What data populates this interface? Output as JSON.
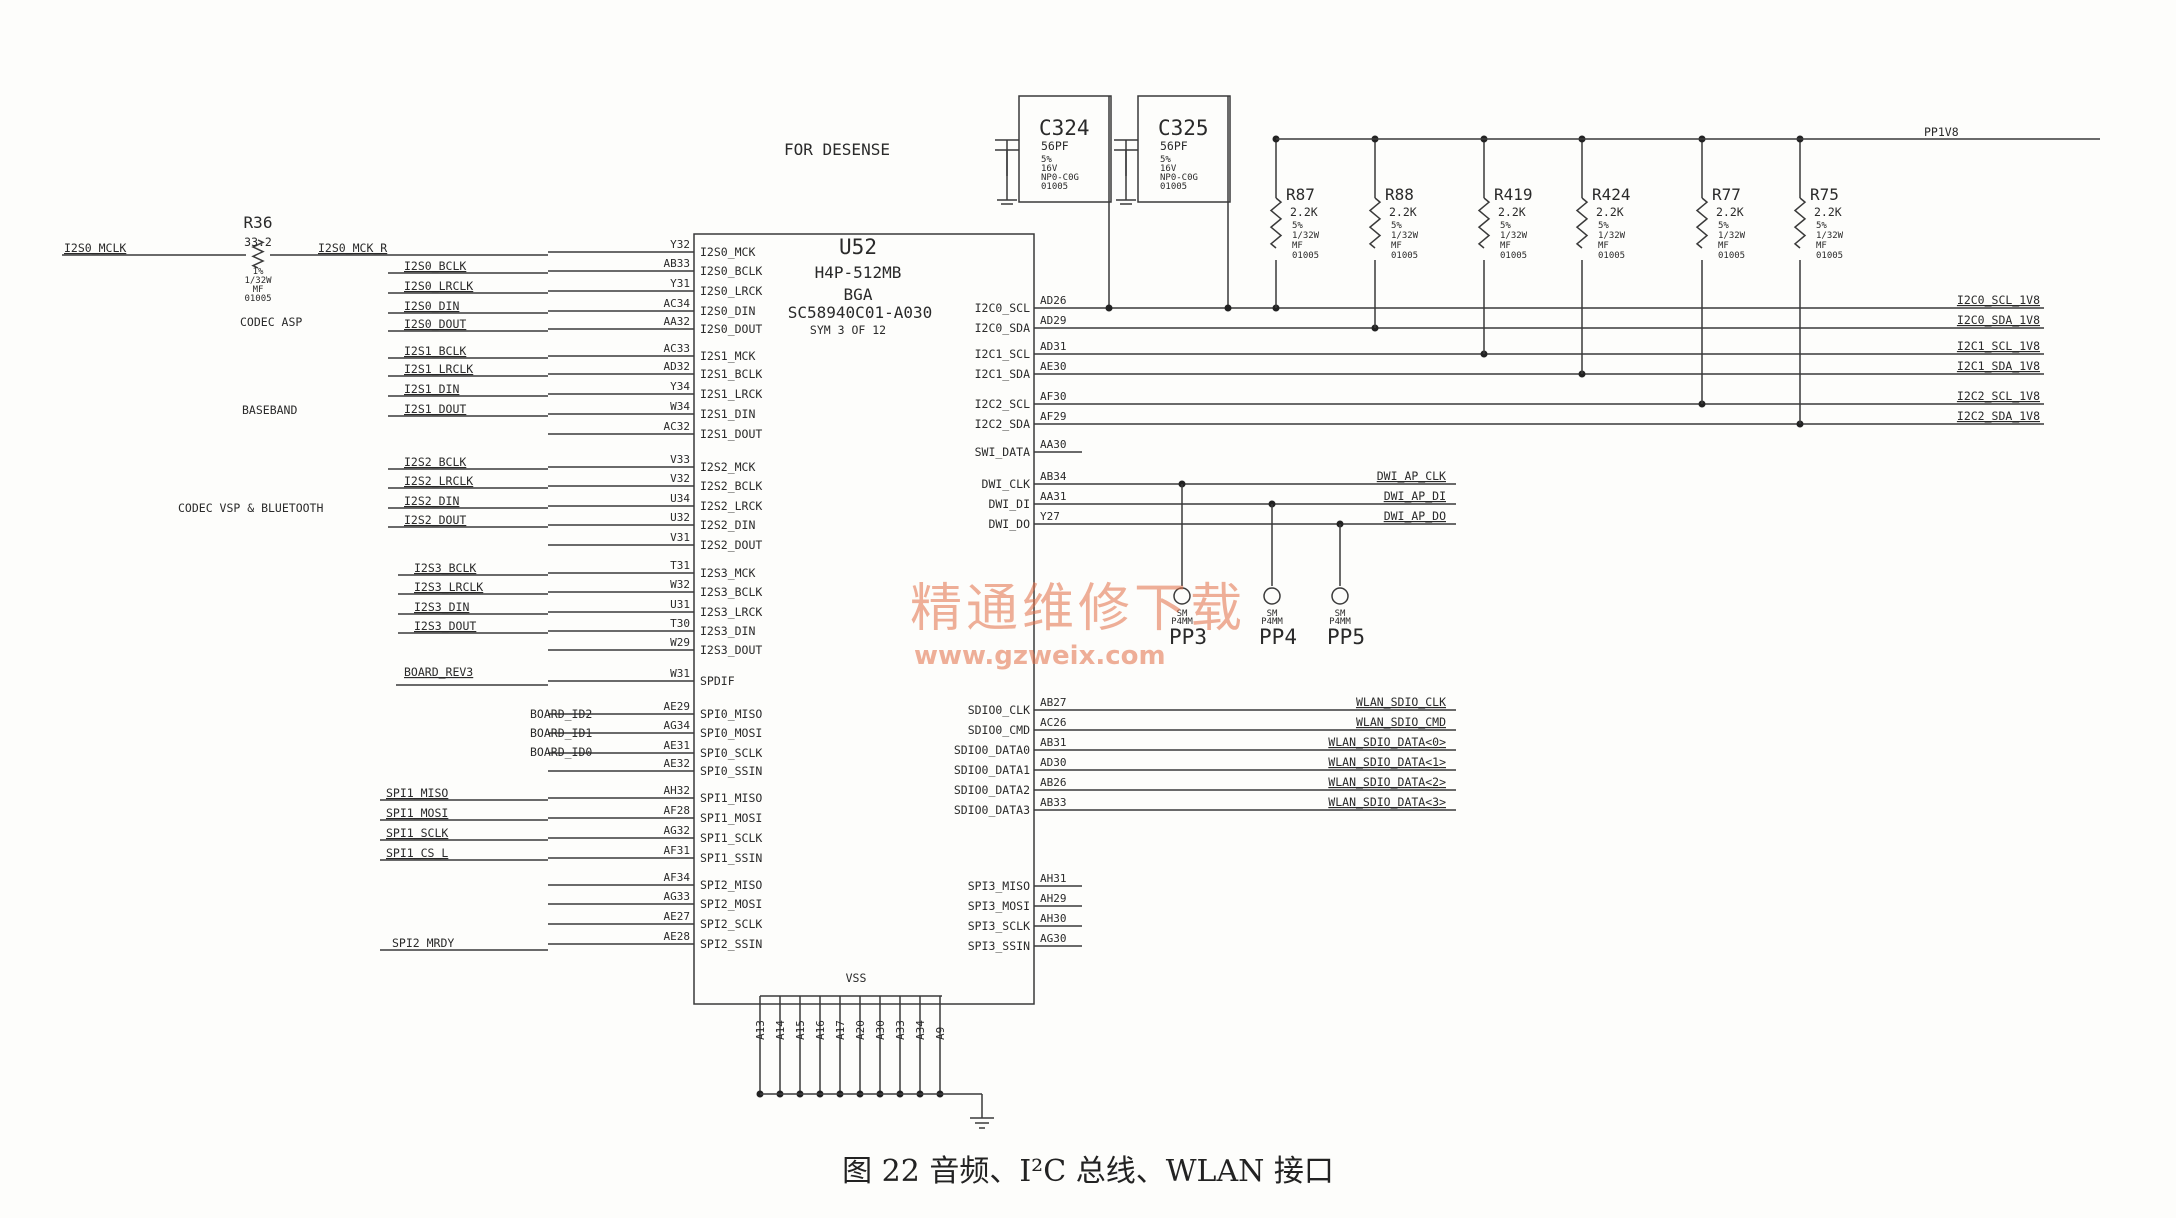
{
  "chip": {
    "ref": "U52",
    "part": "H4P-512MB",
    "pkg": "BGA",
    "pn": "SC58940C01-A030",
    "sym": "SYM 3 OF 12",
    "vss": "VSS",
    "vss_pins": [
      "A13",
      "A14",
      "A15",
      "A16",
      "A17",
      "A20",
      "A30",
      "A33",
      "A34",
      "A9"
    ]
  },
  "left_pins": [
    {
      "pin": "Y32",
      "name": "I2S0_MCK"
    },
    {
      "pin": "AB33",
      "name": "I2S0_BCLK"
    },
    {
      "pin": "Y31",
      "name": "I2S0_LRCK"
    },
    {
      "pin": "AC34",
      "name": "I2S0_DIN"
    },
    {
      "pin": "AA32",
      "name": "I2S0_DOUT"
    },
    {
      "pin": "AC33",
      "name": "I2S1_MCK"
    },
    {
      "pin": "AD32",
      "name": "I2S1_BCLK"
    },
    {
      "pin": "Y34",
      "name": "I2S1_LRCK"
    },
    {
      "pin": "W34",
      "name": "I2S1_DIN"
    },
    {
      "pin": "AC32",
      "name": "I2S1_DOUT"
    },
    {
      "pin": "V33",
      "name": "I2S2_MCK"
    },
    {
      "pin": "V32",
      "name": "I2S2_BCLK"
    },
    {
      "pin": "U34",
      "name": "I2S2_LRCK"
    },
    {
      "pin": "U32",
      "name": "I2S2_DIN"
    },
    {
      "pin": "V31",
      "name": "I2S2_DOUT"
    },
    {
      "pin": "T31",
      "name": "I2S3_MCK"
    },
    {
      "pin": "W32",
      "name": "I2S3_BCLK"
    },
    {
      "pin": "U31",
      "name": "I2S3_LRCK"
    },
    {
      "pin": "T30",
      "name": "I2S3_DIN"
    },
    {
      "pin": "W29",
      "name": "I2S3_DOUT"
    },
    {
      "pin": "W31",
      "name": "SPDIF"
    },
    {
      "pin": "AE29",
      "name": "SPI0_MISO"
    },
    {
      "pin": "AG34",
      "name": "SPI0_MOSI"
    },
    {
      "pin": "AE31",
      "name": "SPI0_SCLK"
    },
    {
      "pin": "AE32",
      "name": "SPI0_SSIN"
    },
    {
      "pin": "AH32",
      "name": "SPI1_MISO"
    },
    {
      "pin": "AF28",
      "name": "SPI1_MOSI"
    },
    {
      "pin": "AG32",
      "name": "SPI1_SCLK"
    },
    {
      "pin": "AF31",
      "name": "SPI1_SSIN"
    },
    {
      "pin": "AF34",
      "name": "SPI2_MISO"
    },
    {
      "pin": "AG33",
      "name": "SPI2_MOSI"
    },
    {
      "pin": "AE27",
      "name": "SPI2_SCLK"
    },
    {
      "pin": "AE28",
      "name": "SPI2_SSIN"
    }
  ],
  "left_nets": {
    "mclk": "I2S0_MCLK",
    "mck_r": "I2S0_MCK_R",
    "i2s0": [
      "I2S0_BCLK",
      "I2S0_LRCLK",
      "I2S0_DIN",
      "I2S0_DOUT"
    ],
    "i2s1": [
      "I2S1_BCLK",
      "I2S1_LRCLK",
      "I2S1_DIN",
      "I2S1_DOUT"
    ],
    "i2s2": [
      "I2S2_BCLK",
      "I2S2_LRCLK",
      "I2S2_DIN",
      "I2S2_DOUT"
    ],
    "i2s3": [
      "I2S3_BCLK",
      "I2S3_LRCLK",
      "I2S3_DIN",
      "I2S3_DOUT"
    ],
    "board_rev": "BOARD_REV3",
    "board_id": [
      "BOARD_ID2",
      "BOARD_ID1",
      "BOARD_ID0"
    ],
    "spi1": [
      "SPI1_MISO",
      "SPI1_MOSI",
      "SPI1_SCLK",
      "SPI1_CS_L"
    ],
    "spi2_mrdy": "SPI2_MRDY",
    "groups": [
      "CODEC ASP",
      "BASEBAND",
      "CODEC VSP & BLUETOOTH"
    ]
  },
  "r36": {
    "ref": "R36",
    "value": "33.2",
    "specs": [
      "1%",
      "1/32W",
      "MF",
      "01005"
    ]
  },
  "right_pins": [
    {
      "pin": "AD26",
      "name": "I2C0_SCL",
      "net": "I2C0_SCL_1V8"
    },
    {
      "pin": "AD29",
      "name": "I2C0_SDA",
      "net": "I2C0_SDA_1V8"
    },
    {
      "pin": "AD31",
      "name": "I2C1_SCL",
      "net": "I2C1_SCL_1V8"
    },
    {
      "pin": "AE30",
      "name": "I2C1_SDA",
      "net": "I2C1_SDA_1V8"
    },
    {
      "pin": "AF30",
      "name": "I2C2_SCL",
      "net": "I2C2_SCL_1V8"
    },
    {
      "pin": "AF29",
      "name": "I2C2_SDA",
      "net": "I2C2_SDA_1V8"
    },
    {
      "pin": "AA30",
      "name": "SWI_DATA",
      "net": ""
    },
    {
      "pin": "AB34",
      "name": "DWI_CLK",
      "net": "DWI_AP_CLK"
    },
    {
      "pin": "AA31",
      "name": "DWI_DI",
      "net": "DWI_AP_DI"
    },
    {
      "pin": "Y27",
      "name": "DWI_DO",
      "net": "DWI_AP_DO"
    },
    {
      "pin": "AB27",
      "name": "SDIO0_CLK",
      "net": "WLAN_SDIO_CLK"
    },
    {
      "pin": "AC26",
      "name": "SDIO0_CMD",
      "net": "WLAN_SDIO_CMD"
    },
    {
      "pin": "AB31",
      "name": "SDIO0_DATA0",
      "net": "WLAN_SDIO_DATA<0>"
    },
    {
      "pin": "AD30",
      "name": "SDIO0_DATA1",
      "net": "WLAN_SDIO_DATA<1>"
    },
    {
      "pin": "AB26",
      "name": "SDIO0_DATA2",
      "net": "WLAN_SDIO_DATA<2>"
    },
    {
      "pin": "AB33",
      "name": "SDIO0_DATA3",
      "net": "WLAN_SDIO_DATA<3>"
    },
    {
      "pin": "AH31",
      "name": "SPI3_MISO",
      "net": ""
    },
    {
      "pin": "AH29",
      "name": "SPI3_MOSI",
      "net": ""
    },
    {
      "pin": "AH30",
      "name": "SPI3_SCLK",
      "net": ""
    },
    {
      "pin": "AG30",
      "name": "SPI3_SSIN",
      "net": ""
    }
  ],
  "caps": {
    "label": "FOR DESENSE",
    "items": [
      {
        "ref": "C324",
        "value": "56PF",
        "specs": [
          "5%",
          "16V",
          "NP0-C0G",
          "01005"
        ]
      },
      {
        "ref": "C325",
        "value": "56PF",
        "specs": [
          "5%",
          "16V",
          "NP0-C0G",
          "01005"
        ]
      }
    ]
  },
  "resistors": [
    {
      "ref": "R87",
      "value": "2.2K",
      "specs": [
        "5%",
        "1/32W",
        "MF",
        "01005"
      ]
    },
    {
      "ref": "R88",
      "value": "2.2K",
      "specs": [
        "5%",
        "1/32W",
        "MF",
        "01005"
      ]
    },
    {
      "ref": "R419",
      "value": "2.2K",
      "specs": [
        "5%",
        "1/32W",
        "MF",
        "01005"
      ]
    },
    {
      "ref": "R424",
      "value": "2.2K",
      "specs": [
        "5%",
        "1/32W",
        "MF",
        "01005"
      ]
    },
    {
      "ref": "R77",
      "value": "2.2K",
      "specs": [
        "5%",
        "1/32W",
        "MF",
        "01005"
      ]
    },
    {
      "ref": "R75",
      "value": "2.2K",
      "specs": [
        "5%",
        "1/32W",
        "MF",
        "01005"
      ]
    }
  ],
  "power": "PP1V8",
  "testpoints": [
    {
      "ref": "PP3",
      "type": "P4MM",
      "sm": "SM"
    },
    {
      "ref": "PP4",
      "type": "P4MM",
      "sm": "SM"
    },
    {
      "ref": "PP5",
      "type": "P4MM",
      "sm": "SM"
    }
  ],
  "watermark": {
    "cn": "精通维修下载",
    "url": "www.gzweix.com"
  },
  "caption": "图 22   音频、I²C 总线、WLAN 接口"
}
